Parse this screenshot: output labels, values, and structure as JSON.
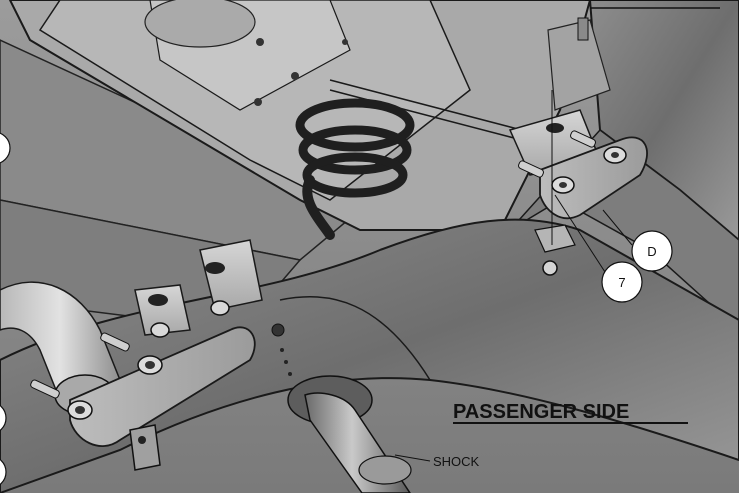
{
  "diagram": {
    "title": "PASSENGER SIDE",
    "labels": {
      "shock": "SHOCK"
    },
    "callouts": [
      {
        "id": "D",
        "text": "D"
      },
      {
        "id": "7",
        "text": "7"
      }
    ]
  }
}
